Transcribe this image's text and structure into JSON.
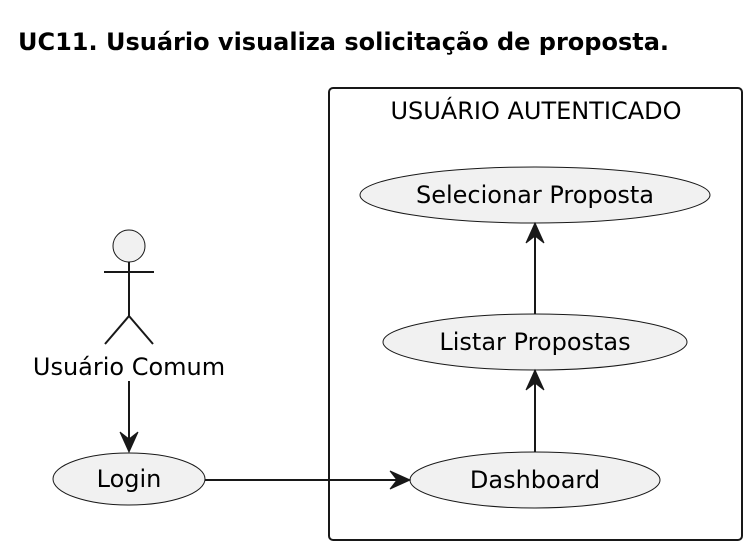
{
  "title": "UC11. Usuário visualiza solicitação de proposta.",
  "boundary": {
    "label": "USUÁRIO AUTENTICADO"
  },
  "actor": {
    "name": "Usuário Comum"
  },
  "use_cases": {
    "login": "Login",
    "dashboard": "Dashboard",
    "listar": "Listar Propostas",
    "selecionar": "Selecionar Proposta"
  },
  "colors": {
    "usecase_fill": "#f1f1f1",
    "stroke": "#181818"
  }
}
